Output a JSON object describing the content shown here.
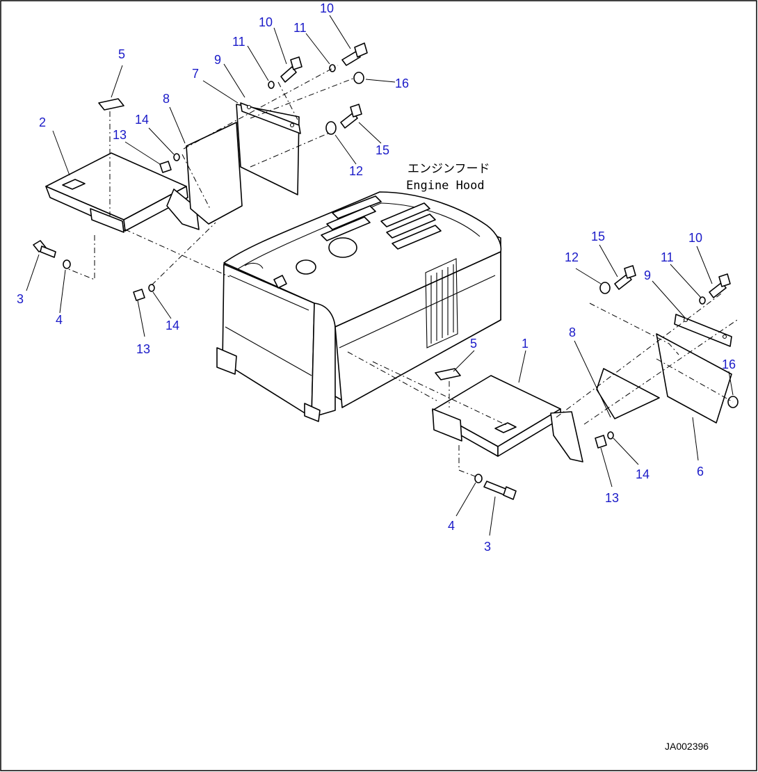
{
  "labels": {
    "engine_hood_jp": "エンジンフード",
    "engine_hood_en": "Engine Hood",
    "doc_id": "JA002396"
  },
  "callouts": {
    "c_5a": "5",
    "c_2": "2",
    "c_13a": "13",
    "c_14a": "14",
    "c_8a": "8",
    "c_7": "7",
    "c_9a": "9",
    "c_11a": "11",
    "c_10a": "10",
    "c_11b": "11",
    "c_10b": "10",
    "c_16a": "16",
    "c_15a": "15",
    "c_12a": "12",
    "c_3a": "3",
    "c_4a": "4",
    "c_13b": "13",
    "c_14b": "14",
    "c_5b": "5",
    "c_1": "1",
    "c_15b": "15",
    "c_12b": "12",
    "c_10c": "10",
    "c_11c": "11",
    "c_9b": "9",
    "c_8b": "8",
    "c_16b": "16",
    "c_13c": "13",
    "c_14c": "14",
    "c_6": "6",
    "c_4b": "4",
    "c_3b": "3"
  }
}
